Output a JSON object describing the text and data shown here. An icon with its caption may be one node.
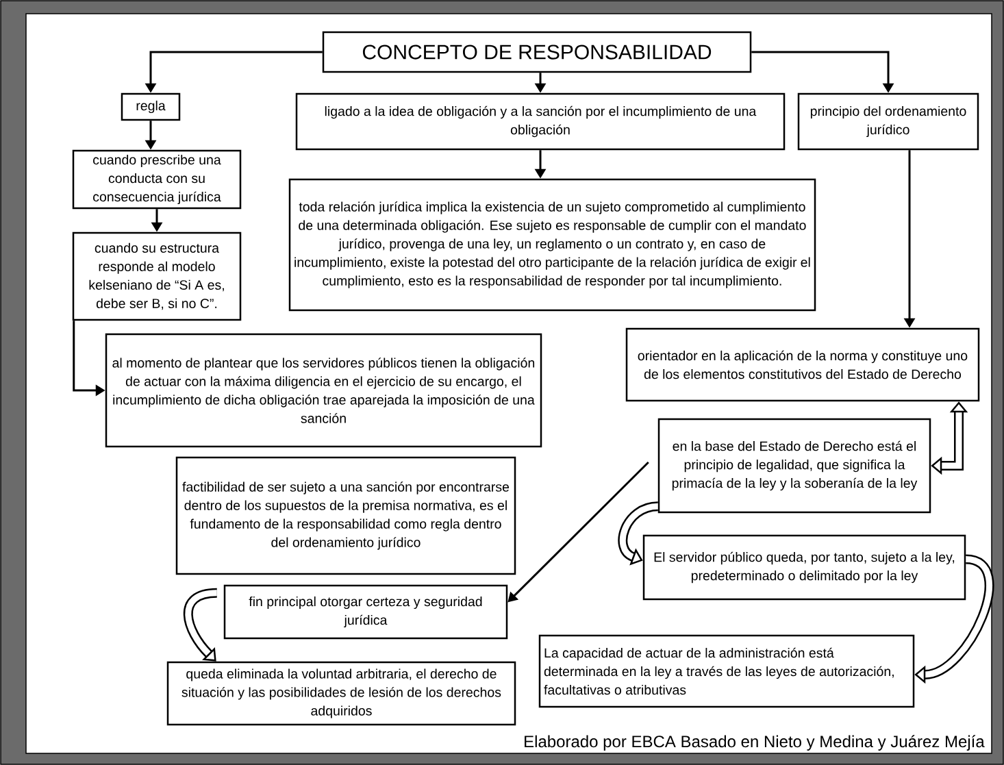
{
  "diagram": {
    "caption": "Elaborado por EBCA Basado en Nieto y Medina y Juárez Mejía",
    "nodes": [
      {
        "text": [
          "CONCEPTO DE RESPONSABILIDAD"
        ]
      },
      {
        "text": [
          "regla"
        ]
      },
      {
        "text": [
          "ligado a la idea de obligación y a la sanción por el incumplimiento de una obligación"
        ]
      },
      {
        "text": [
          "principio del ordenamiento jurídico"
        ]
      },
      {
        "text": [
          "cuando prescribe una conducta con su consecuencia jurídica"
        ]
      },
      {
        "text": [
          "toda relación jurídica implica la existencia de un sujeto comprometido al cumplimiento de una determinada obligación. Ese sujeto es responsable de cumplir con el mandato jurídico, provenga de una ley, un reglamento o un contrato y, en caso de incumplimiento, existe la potestad del otro participante de la relación jurídica de exigir el cumplimiento, esto es la responsabilidad de responder por tal incumplimiento."
        ]
      },
      {
        "text": [
          "cuando su estructura responde al modelo kelseniano de “Si A es, debe ser B, si no C”."
        ]
      },
      {
        "text": [
          "al momento de plantear que los servidores públicos tienen la obligación de actuar con la máxima diligencia en el ejercicio de su encargo, el incumplimiento de dicha obligación trae aparejada la imposición de una sanción"
        ]
      },
      {
        "text": [
          "orientador en la aplicación de la norma y constituye uno de los elementos constitutivos del Estado de Derecho"
        ]
      },
      {
        "text": [
          "en la base del Estado de Derecho está el principio de legalidad, que significa la primacía de la ley y la soberanía de la ley"
        ]
      },
      {
        "text": [
          "factibilidad de ser sujeto a una sanción por encontrarse dentro de los supuestos de la premisa normativa, es el fundamento de la responsabilidad como regla dentro del ordenamiento jurídico"
        ]
      },
      {
        "text": [
          "El servidor público queda, por tanto, sujeto a la ley, predeterminado o delimitado por la ley"
        ]
      },
      {
        "text": [
          "fin principal otorgar certeza y seguridad jurídica"
        ]
      },
      {
        "text": [
          "La capacidad de actuar de la administración está determinada en la ley a través de las leyes de autorización, facultativas o atributivas"
        ]
      },
      {
        "text": [
          "queda eliminada la voluntad arbitraria, el derecho de situación y las posibilidades de lesión de los derechos adquiridos"
        ]
      }
    ],
    "edges": [
      {
        "from": 0,
        "to": 1,
        "arrow": "to"
      },
      {
        "from": 0,
        "to": 2,
        "arrow": "to"
      },
      {
        "from": 0,
        "to": 3,
        "arrow": "to"
      },
      {
        "from": 1,
        "to": 4,
        "arrow": "to"
      },
      {
        "from": 2,
        "to": 5,
        "arrow": "to"
      },
      {
        "from": 4,
        "to": 6,
        "arrow": "to"
      },
      {
        "from": 6,
        "to": 7,
        "arrow": "to"
      },
      {
        "from": 3,
        "to": 8,
        "arrow": "to"
      },
      {
        "from": 9,
        "to": 8,
        "arrow": "both",
        "style": "thick"
      },
      {
        "from": 9,
        "to": 12,
        "arrow": "to"
      },
      {
        "from": 9,
        "to": 11,
        "arrow": "to",
        "style": "thick"
      },
      {
        "from": 11,
        "to": 13,
        "arrow": "to",
        "style": "thick"
      },
      {
        "from": 12,
        "to": 14,
        "arrow": "to",
        "style": "thick"
      }
    ]
  }
}
